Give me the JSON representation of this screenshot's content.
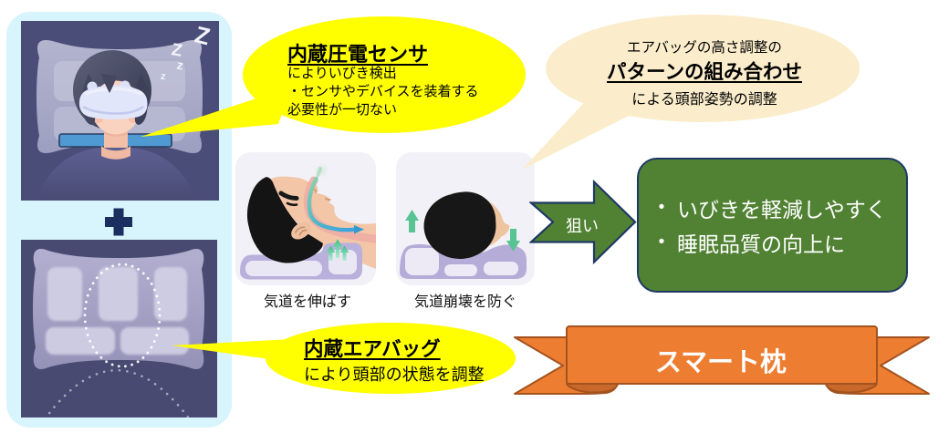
{
  "left_panel": {
    "sleep_sounds": [
      "Z",
      "Z",
      "z",
      "z"
    ],
    "plus_label": "+"
  },
  "bubble_sensor": {
    "title": "内蔵圧電センサ",
    "lines": [
      "によりいびき検出",
      "・センサやデバイスを装着する",
      "必要性が一切ない"
    ],
    "color": "#ffff00"
  },
  "bubble_pattern": {
    "line_top": "エアバッグの高さ調整の",
    "title": "パターンの組み合わせ",
    "line_bottom": "による頭部姿勢の調整",
    "color": "#fbedcb"
  },
  "bubble_airbag": {
    "title": "内蔵エアバッグ",
    "line": "により頭部の状態を調整",
    "color": "#ffff00"
  },
  "illustrations": {
    "stretch_airway_caption": "気道を伸ばす",
    "prevent_collapse_caption": "気道崩壊を防ぐ"
  },
  "aim_arrow": {
    "label": "狙い",
    "fill": "#518233",
    "border": "#1f3864"
  },
  "result_box": {
    "bullet_char": "•",
    "bullets": [
      "いびきを軽減しやすく",
      "睡眠品質の向上に"
    ],
    "fill": "#518233",
    "border": "#1f3864",
    "text_color": "#ffffff"
  },
  "ribbon": {
    "label": "スマート枕",
    "fill": "#ed7d31",
    "border": "#a4531f",
    "text_color": "#ffffff"
  }
}
